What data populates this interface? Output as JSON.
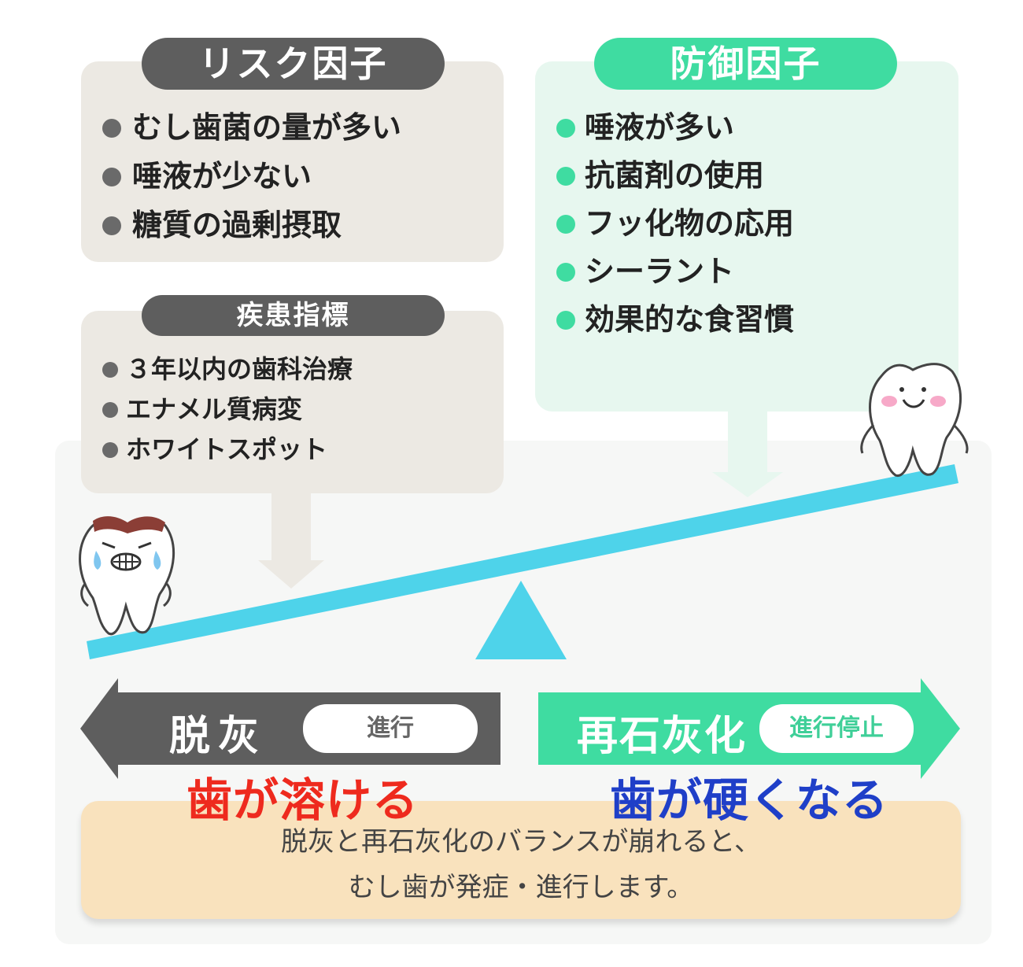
{
  "risk": {
    "title": "リスク因子",
    "items": [
      "むし歯菌の量が多い",
      "唾液が少ない",
      "糖質の過剰摂取"
    ]
  },
  "indicators": {
    "title": "疾患指標",
    "items": [
      "３年以内の歯科治療",
      "エナメル質病変",
      "ホワイトスポット"
    ]
  },
  "defense": {
    "title": "防御因子",
    "items": [
      "唾液が多い",
      "抗菌剤の使用",
      "フッ化物の応用",
      "シーラント",
      "効果的な食習慣"
    ]
  },
  "demineralization": {
    "label": "脱灰",
    "status": "進行",
    "result": "歯が溶ける"
  },
  "remineralization": {
    "label": "再石灰化",
    "status": "進行停止",
    "result": "歯が硬くなる"
  },
  "note": {
    "line1": "脱灰と再石灰化のバランスが崩れると、",
    "line2": "むし歯が発症・進行します。"
  },
  "colors": {
    "gray": "#5e5e5e",
    "green": "#3fdca1",
    "beam": "#4ed3ea",
    "red": "#ee2a1e",
    "blue": "#1f3fc8",
    "note_bg": "#f9e2bd"
  }
}
